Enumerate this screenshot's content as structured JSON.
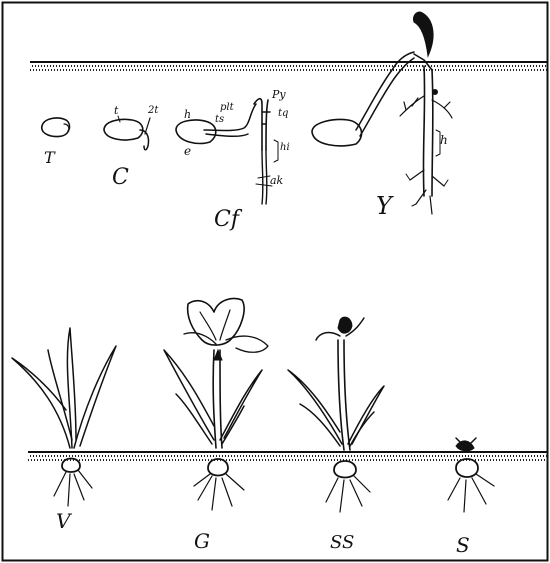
{
  "stages": {
    "T": "T",
    "C": "C",
    "Cf": "Cf",
    "Y": "Y",
    "V": "V",
    "G": "G",
    "SS": "SS",
    "S": "S"
  },
  "annotations": {
    "c_t": "t",
    "c_2t": "2t",
    "cf_h": "h",
    "cf_e": "e",
    "cf_plt": "plt",
    "cf_ts": "ts",
    "cf_py": "Py",
    "cf_tq": "tq",
    "cf_hi": "hi",
    "cf_ak": "ak",
    "y_h": "h"
  }
}
